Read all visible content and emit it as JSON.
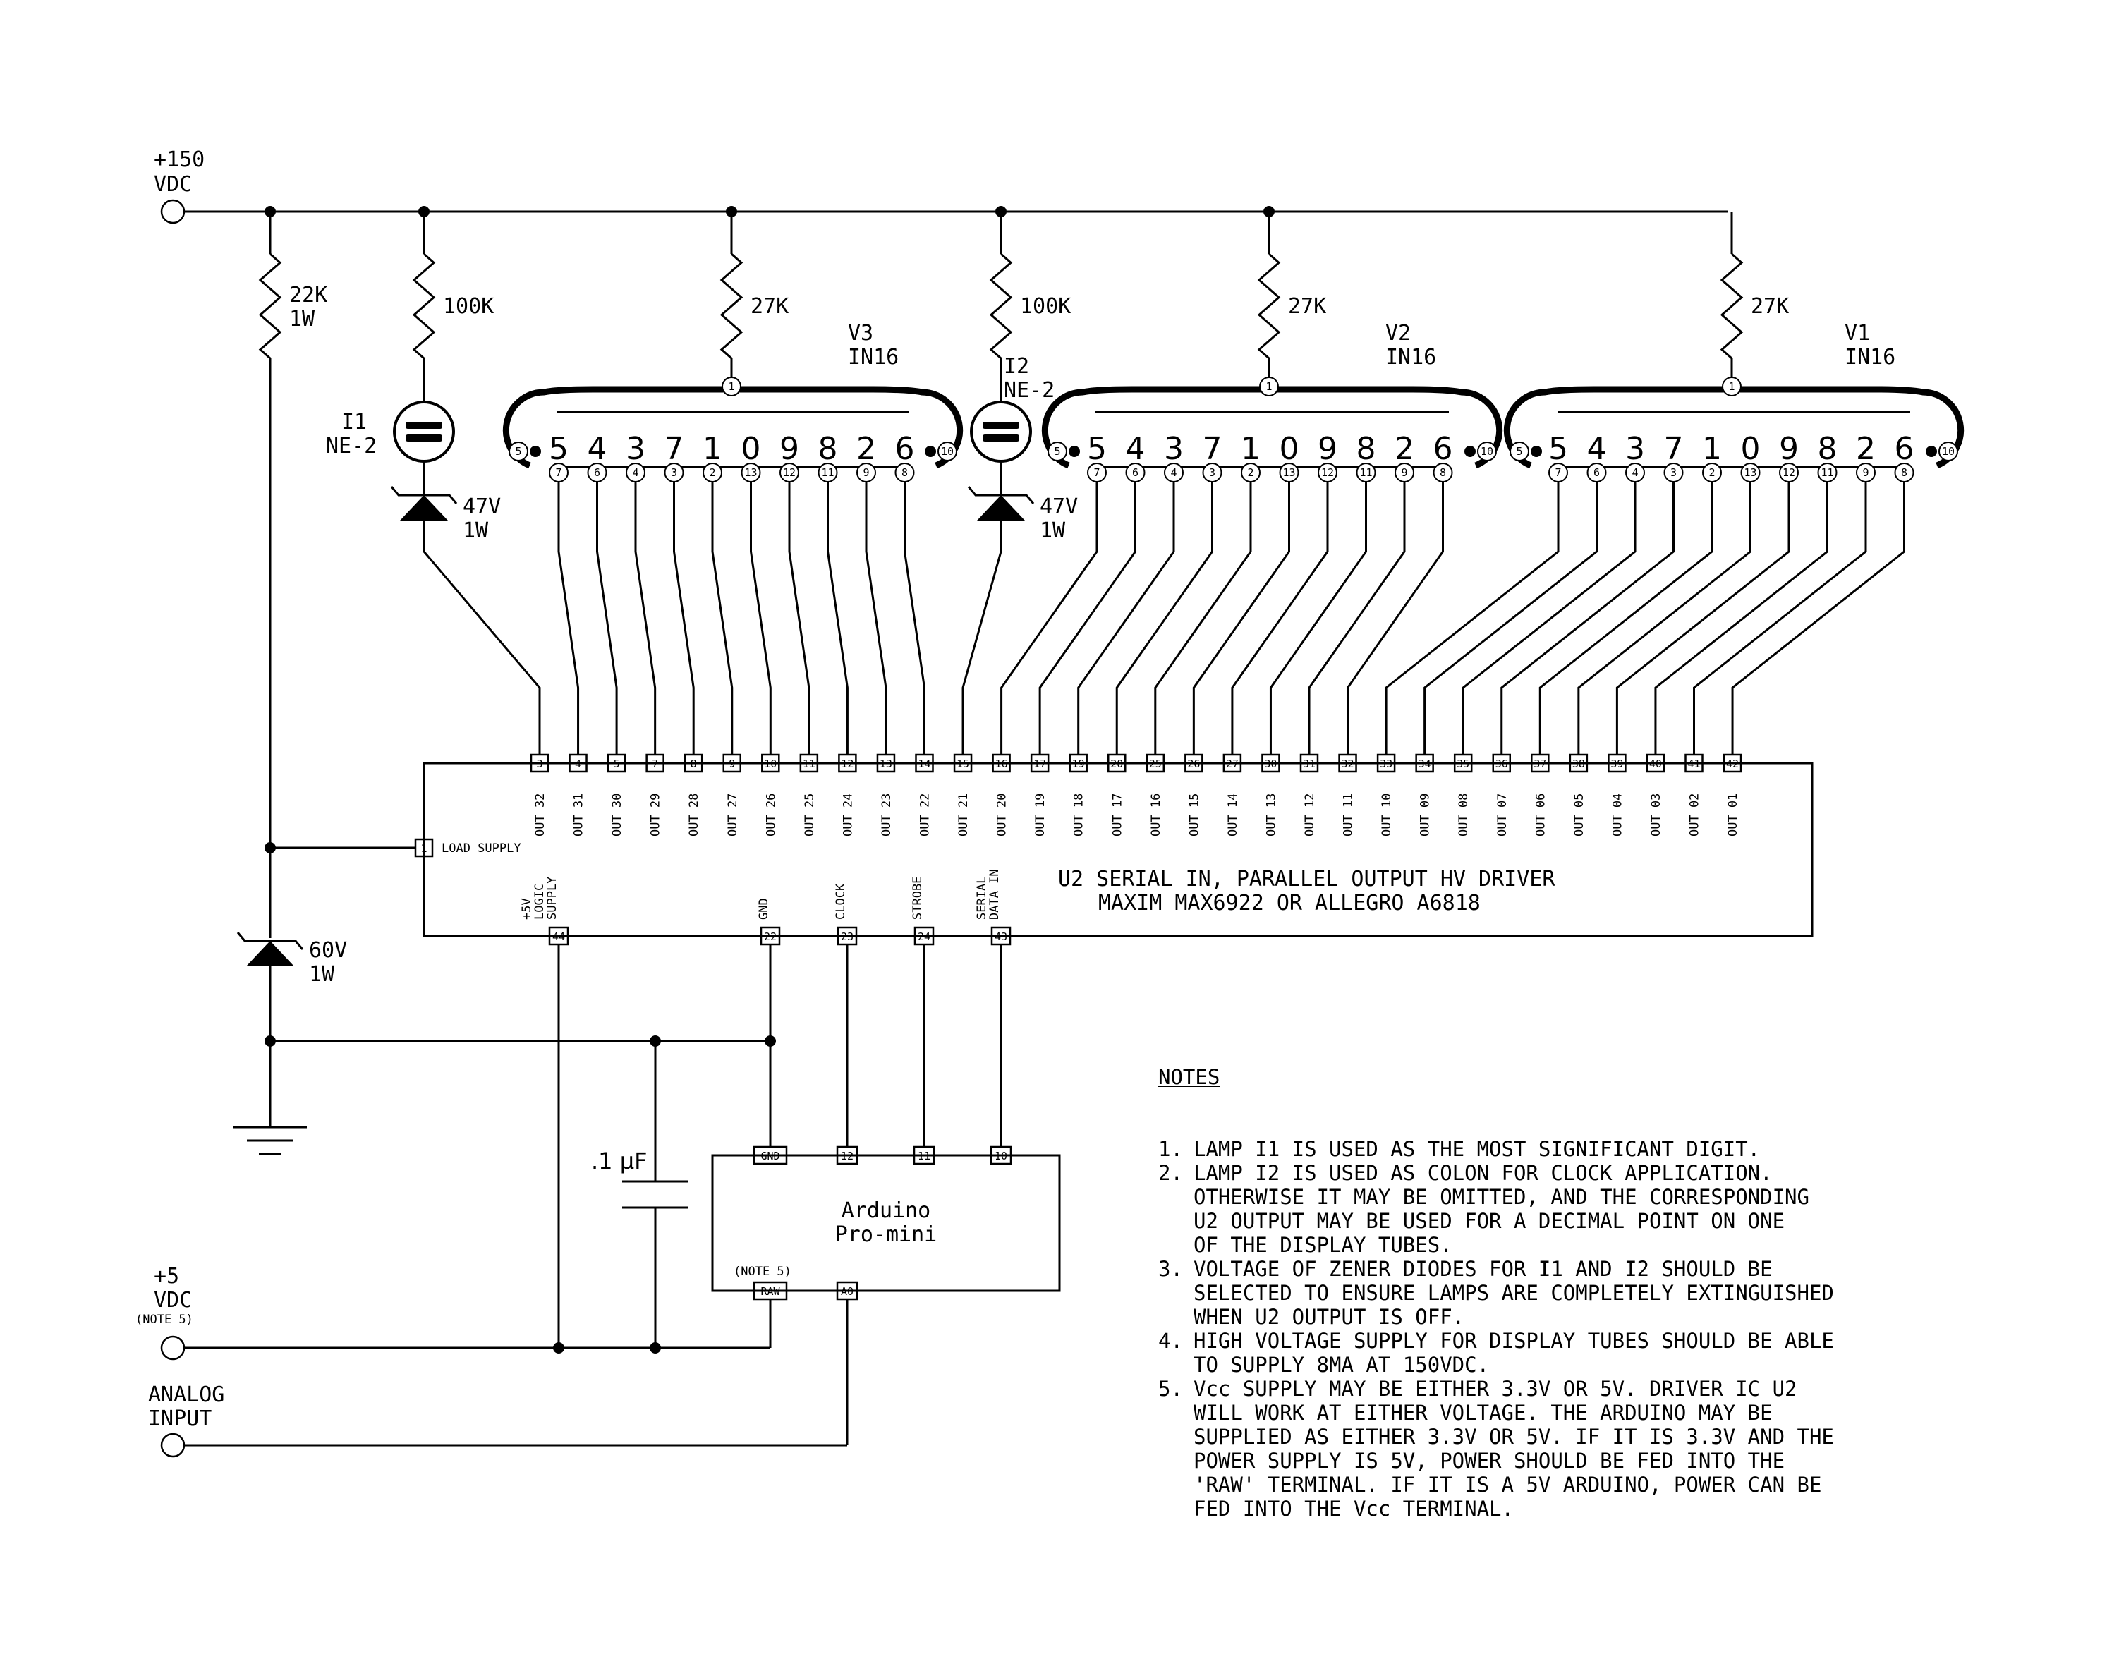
{
  "power": {
    "hv_label": [
      "+150",
      "VDC"
    ],
    "lv_label": [
      "+5",
      "VDC"
    ],
    "lv_note": "(NOTE 5)",
    "analog_label": [
      "ANALOG",
      "INPUT"
    ]
  },
  "components": {
    "r_load": [
      "22K",
      "1W"
    ],
    "r_i1": "100K",
    "r_i2": "100K",
    "r_v3": "27K",
    "r_v2": "27K",
    "r_v1": "27K",
    "lamp_i1": [
      "I1",
      "NE-2"
    ],
    "lamp_i2": [
      "I2",
      "NE-2"
    ],
    "zener_i1": [
      "47V",
      "1W"
    ],
    "zener_i2": [
      "47V",
      "1W"
    ],
    "zener_60": [
      "60V",
      "1W"
    ],
    "cap": ".1 μF"
  },
  "tubes": [
    {
      "name": "V3",
      "type": "IN16"
    },
    {
      "name": "V2",
      "type": "IN16"
    },
    {
      "name": "V1",
      "type": "IN16"
    }
  ],
  "tube_pins": {
    "anode": "1",
    "left": "5",
    "right": "10",
    "digits": [
      "5",
      "4",
      "3",
      "7",
      "1",
      "0",
      "9",
      "8",
      "2",
      "6"
    ],
    "cathodes": [
      "7",
      "6",
      "4",
      "3",
      "2",
      "13",
      "12",
      "11",
      "9",
      "8"
    ]
  },
  "driver": {
    "title": "U2 SERIAL IN, PARALLEL OUTPUT HV DRIVER",
    "subtitle": "MAXIM MAX6922 OR ALLEGRO A6818",
    "out_pins": [
      "3",
      "4",
      "5",
      "7",
      "8",
      "9",
      "10",
      "11",
      "12",
      "13",
      "14",
      "15",
      "16",
      "17",
      "19",
      "20",
      "25",
      "26",
      "27",
      "30",
      "31",
      "32",
      "33",
      "34",
      "35",
      "36",
      "37",
      "38",
      "39",
      "40",
      "41",
      "42"
    ],
    "out_labels": [
      "OUT 32",
      "OUT 31",
      "OUT 30",
      "OUT 29",
      "OUT 28",
      "OUT 27",
      "OUT 26",
      "OUT 25",
      "OUT 24",
      "OUT 23",
      "OUT 22",
      "OUT 21",
      "OUT 20",
      "OUT 19",
      "OUT 18",
      "OUT 17",
      "OUT 16",
      "OUT 15",
      "OUT 14",
      "OUT 13",
      "OUT 12",
      "OUT 11",
      "OUT 10",
      "OUT 09",
      "OUT 08",
      "OUT 07",
      "OUT 06",
      "OUT 05",
      "OUT 04",
      "OUT 03",
      "OUT 02",
      "OUT 01"
    ],
    "load_pin": "1",
    "load_label": "LOAD SUPPLY",
    "bottom_pins": [
      {
        "pin": "44",
        "label": [
          "+5V",
          "LOGIC",
          "SUPPLY"
        ]
      },
      {
        "pin": "22",
        "label": [
          "GND"
        ]
      },
      {
        "pin": "23",
        "label": [
          "CLOCK"
        ]
      },
      {
        "pin": "24",
        "label": [
          "STROBE"
        ]
      },
      {
        "pin": "43",
        "label": [
          "SERIAL",
          "DATA IN"
        ]
      }
    ]
  },
  "arduino": {
    "title": [
      "Arduino",
      "Pro-mini"
    ],
    "top_pins": [
      "GND",
      "12",
      "11",
      "10"
    ],
    "raw": "RAW",
    "raw_note": "(NOTE 5)",
    "a0": "A0"
  },
  "notes": {
    "heading": "NOTES",
    "items": [
      {
        "no": "1.",
        "lines": [
          "LAMP I1 IS USED AS THE MOST SIGNIFICANT DIGIT."
        ]
      },
      {
        "no": "2.",
        "lines": [
          "LAMP I2 IS USED AS COLON FOR CLOCK APPLICATION.",
          "OTHERWISE IT MAY BE OMITTED, AND THE CORRESPONDING",
          "U2 OUTPUT MAY BE USED FOR A DECIMAL POINT ON ONE",
          "OF THE DISPLAY TUBES."
        ]
      },
      {
        "no": "3.",
        "lines": [
          "VOLTAGE OF ZENER DIODES FOR I1 AND I2 SHOULD BE",
          "SELECTED TO ENSURE LAMPS ARE COMPLETELY EXTINGUISHED",
          "WHEN U2 OUTPUT IS OFF."
        ]
      },
      {
        "no": "4.",
        "lines": [
          "HIGH VOLTAGE SUPPLY FOR DISPLAY TUBES SHOULD BE ABLE",
          "TO SUPPLY 8MA AT 150VDC."
        ]
      },
      {
        "no": "5.",
        "lines": [
          "Vcc SUPPLY MAY BE EITHER 3.3V OR 5V. DRIVER IC U2",
          "WILL WORK AT EITHER VOLTAGE. THE ARDUINO MAY BE",
          "SUPPLIED AS EITHER 3.3V OR 5V. IF IT IS 3.3V AND THE",
          "POWER SUPPLY IS 5V, POWER SHOULD BE FED INTO THE",
          "'RAW' TERMINAL. IF IT IS A 5V ARDUINO, POWER CAN BE",
          "FED INTO THE Vcc TERMINAL."
        ]
      }
    ]
  }
}
